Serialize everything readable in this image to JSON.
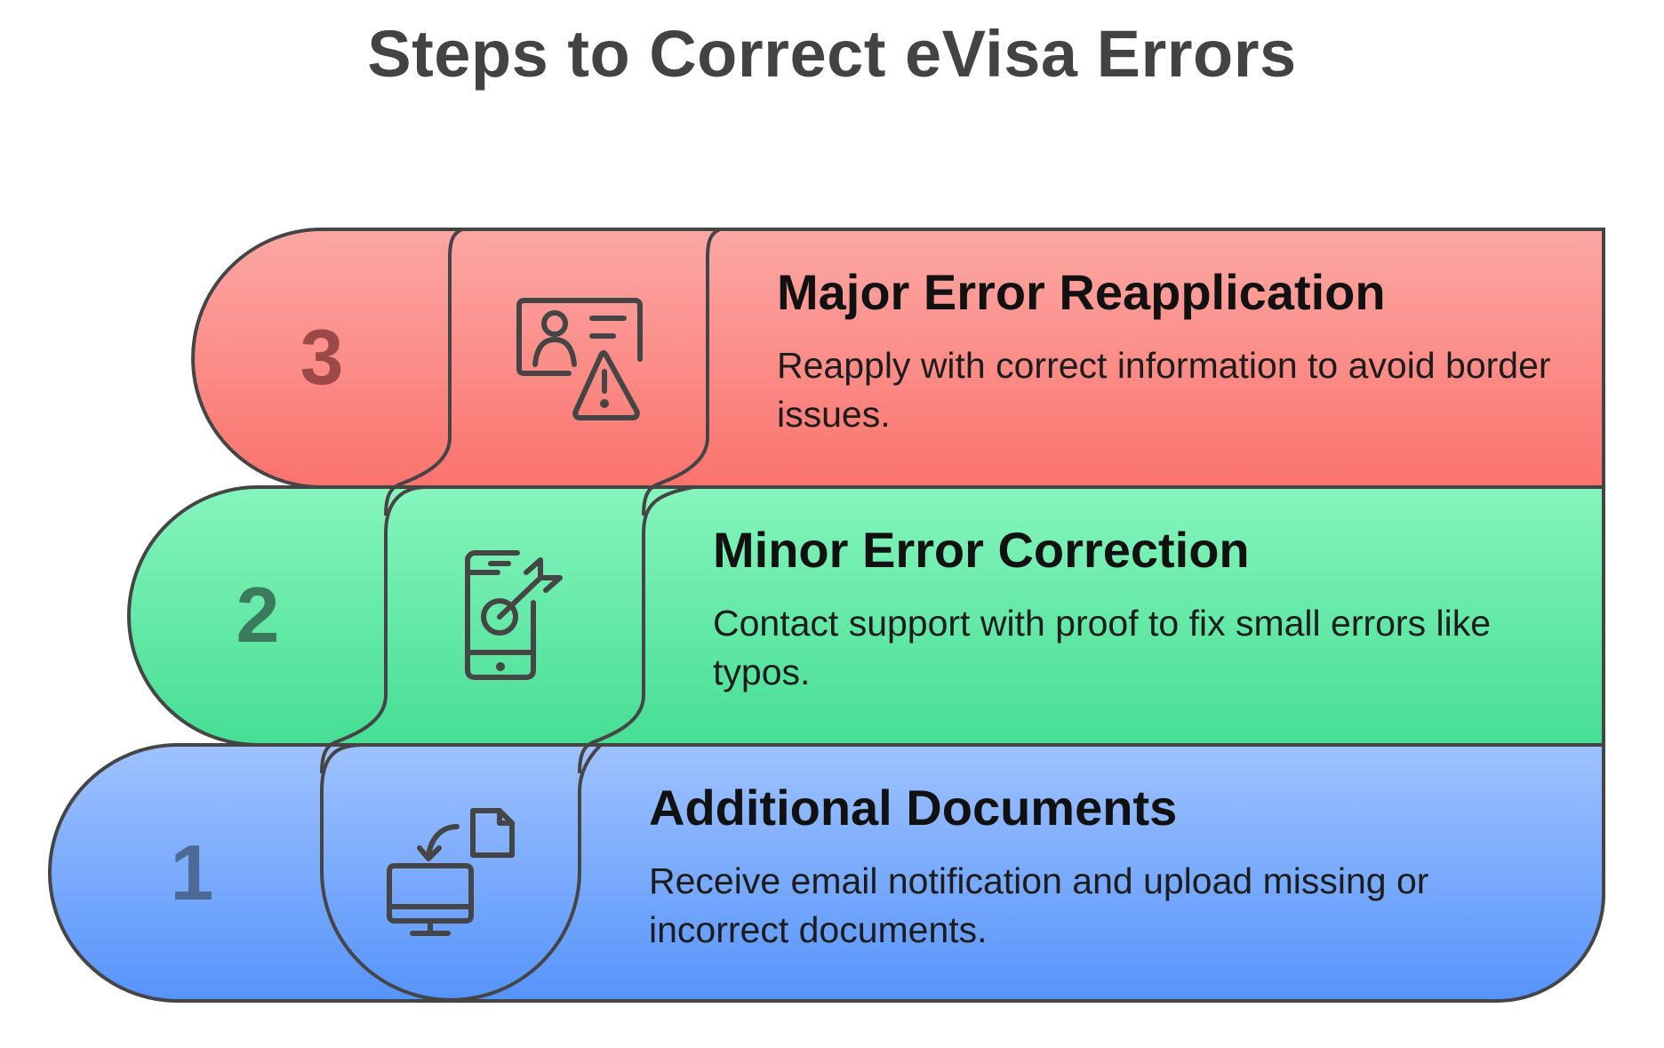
{
  "title": "Steps to Correct eVisa Errors",
  "steps": [
    {
      "number": "3",
      "heading": "Major Error Reapplication",
      "description": "Reapply with correct information to avoid border issues.",
      "icon": "id-card-warning-icon",
      "colors": {
        "top": "#fca8a4",
        "bottom": "#fb736d",
        "number": "#9b4a47"
      }
    },
    {
      "number": "2",
      "heading": "Minor Error Correction",
      "description": "Contact support with proof to fix small errors like typos.",
      "icon": "phone-target-icon",
      "colors": {
        "top": "#86f5bd",
        "bottom": "#46de94",
        "number": "#3c7a5d"
      }
    },
    {
      "number": "1",
      "heading": "Additional Documents",
      "description": "Receive email notification and upload missing or incorrect documents.",
      "icon": "monitor-document-upload-icon",
      "colors": {
        "top": "#9fc2fe",
        "bottom": "#5694fb",
        "number": "#4d6a97"
      }
    }
  ]
}
